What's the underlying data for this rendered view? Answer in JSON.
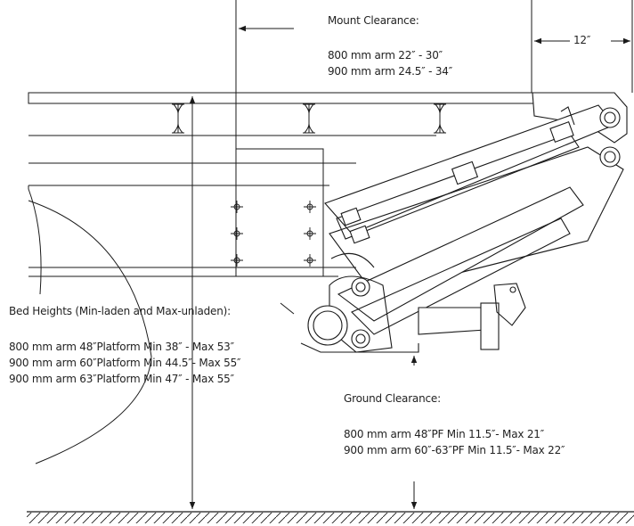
{
  "mount_clearance": {
    "title": "Mount Clearance:",
    "lines": [
      "800 mm arm 22″  -  30″",
      "900 mm arm 24.5″ - 34″"
    ],
    "side_value": "12″"
  },
  "bed_heights": {
    "title": "Bed Heights (Min-laden and Max-unladen):",
    "rows": [
      "800 mm arm 48″Platform Min 38″   - Max 53″",
      "900 mm arm 60″Platform Min 44.5″- Max 55″",
      "900 mm arm 63″Platform Min 47″    - Max 55″"
    ]
  },
  "ground_clearance": {
    "title": "Ground Clearance:",
    "lines": [
      "800 mm arm 48″PF Min 11.5″- Max 21″",
      "900 mm arm 60″-63″PF Min 11.5″- Max 22″"
    ]
  },
  "colors": {
    "line": "#1a1a1a",
    "background": "#ffffff"
  }
}
